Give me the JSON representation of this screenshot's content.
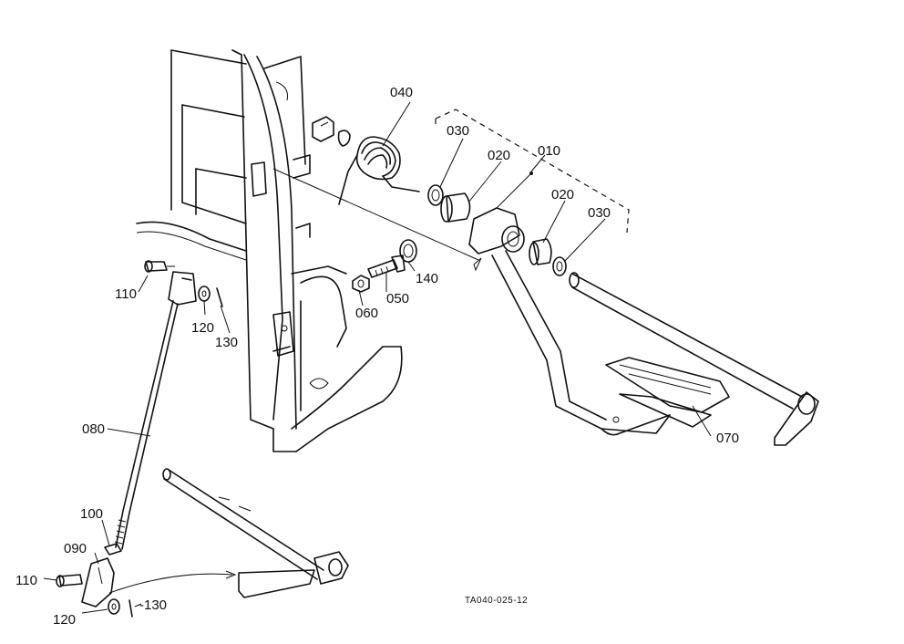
{
  "diagram": {
    "drawing_code": "TA040-025-12",
    "parts": [
      {
        "id": "p010",
        "label": "010"
      },
      {
        "id": "p020a",
        "label": "020"
      },
      {
        "id": "p020b",
        "label": "020"
      },
      {
        "id": "p030a",
        "label": "030"
      },
      {
        "id": "p030b",
        "label": "030"
      },
      {
        "id": "p040",
        "label": "040"
      },
      {
        "id": "p050",
        "label": "050"
      },
      {
        "id": "p060",
        "label": "060"
      },
      {
        "id": "p070",
        "label": "070"
      },
      {
        "id": "p080",
        "label": "080"
      },
      {
        "id": "p090",
        "label": "090"
      },
      {
        "id": "p100",
        "label": "100"
      },
      {
        "id": "p110a",
        "label": "110"
      },
      {
        "id": "p110b",
        "label": "110"
      },
      {
        "id": "p120a",
        "label": "120"
      },
      {
        "id": "p120b",
        "label": "120"
      },
      {
        "id": "p130a",
        "label": "130"
      },
      {
        "id": "p130b",
        "label": "-130"
      },
      {
        "id": "p140",
        "label": "140"
      }
    ]
  }
}
